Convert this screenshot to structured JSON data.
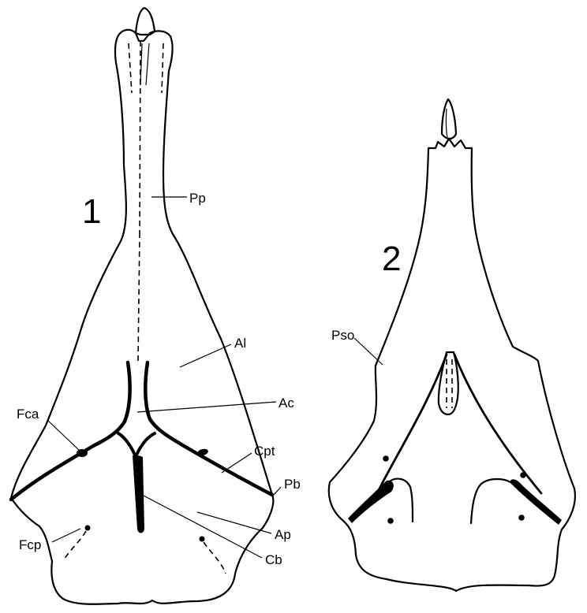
{
  "figure": {
    "figure_1": {
      "number": "1",
      "labels": {
        "pp": "Pp",
        "al": "Al",
        "ac": "Ac",
        "fca": "Fca",
        "cpt": "Cpt",
        "pb": "Pb",
        "ap": "Ap",
        "fcp": "Fcp",
        "cb": "Cb"
      }
    },
    "figure_2": {
      "number": "2",
      "labels": {
        "pso": "Pso"
      }
    }
  }
}
